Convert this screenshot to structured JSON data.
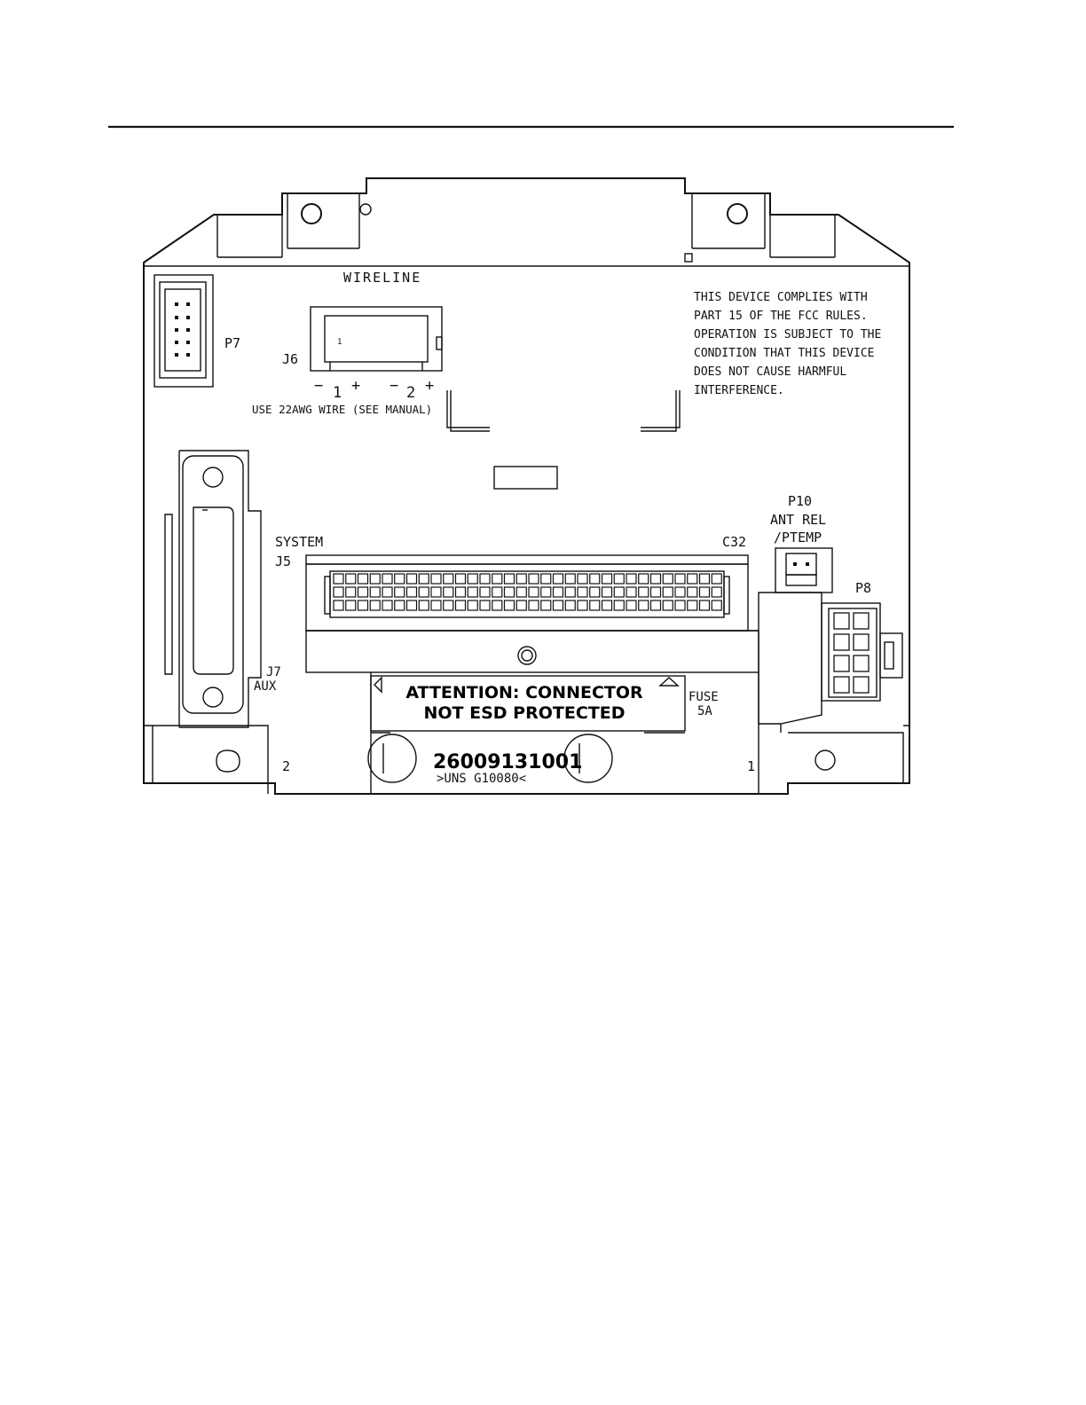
{
  "labels": {
    "wireline": "WIRELINE",
    "j6": "J6",
    "p7": "P7",
    "j6_pin1": "1",
    "j6_minus1": "−",
    "j6_num1": "1",
    "j6_plus1": "+",
    "j6_minus2": "−",
    "j6_num2": "2",
    "j6_plus2": "+",
    "wire_note": "USE 22AWG WIRE (SEE MANUAL)",
    "fcc_lines": [
      "THIS DEVICE COMPLIES WITH",
      "PART 15 OF THE FCC RULES.",
      "OPERATION IS SUBJECT TO THE",
      "CONDITION THAT THIS DEVICE",
      "DOES NOT CAUSE HARMFUL",
      "INTERFERENCE."
    ],
    "system": "SYSTEM",
    "j5": "J5",
    "c32": "C32",
    "p10": "P10",
    "ant_rel": "ANT REL",
    "ptemp": "/PTEMP",
    "p8": "P8",
    "j7": "J7",
    "aux": "AUX",
    "attention_line1": "ATTENTION: CONNECTOR",
    "attention_line2": "NOT ESD PROTECTED",
    "fuse": "FUSE",
    "fuse_rating": "5A",
    "part_number": "26009131001",
    "uns_code": ">UNS G10080<",
    "corner_2": "2",
    "corner_1": "1"
  }
}
